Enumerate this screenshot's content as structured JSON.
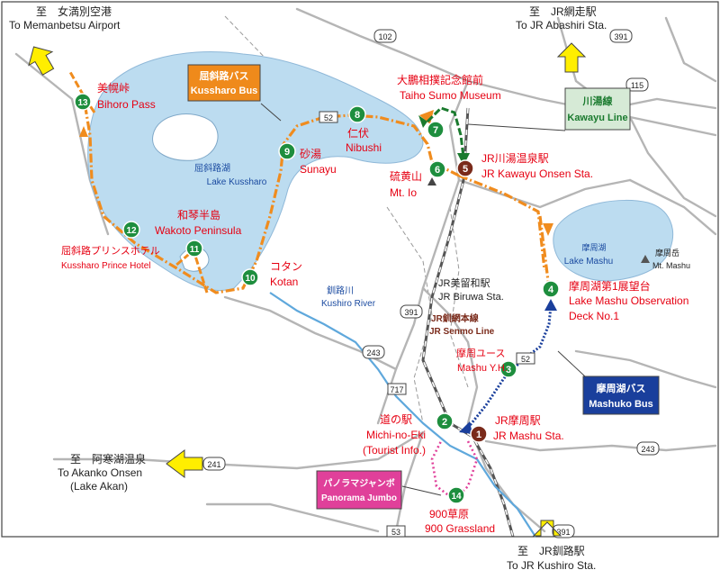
{
  "directions": {
    "top_left_jp": "至　女満別空港",
    "top_left_en": "To Memanbetsu Airport",
    "top_right_jp": "至　JR網走駅",
    "top_right_en": "To JR Abashiri Sta.",
    "left_jp": "至　阿寒湖温泉",
    "left_en1": "To Akanko Onsen",
    "left_en2": "(Lake Akan)",
    "bottom_jp": "至　JR釧路駅",
    "bottom_en": "To JR Kushiro Sta."
  },
  "lakes": {
    "kussharo_jp": "屈斜路湖",
    "kussharo_en": "Lake Kussharo",
    "mashu_jp": "摩周湖",
    "mashu_en": "Lake Mashu",
    "mt_mashu_jp": "摩周岳",
    "mt_mashu_en": "Mt. Mashu"
  },
  "river": {
    "jp": "釧路川",
    "en": "Kushiro River"
  },
  "rail": {
    "biruwa_jp": "JR美留和駅",
    "biruwa_en": "JR Biruwa Sta.",
    "senmo_jp": "JR釧網本線",
    "senmo_en": "JR Senmo Line"
  },
  "bus_boxes": {
    "kussharo_jp": "屈斜路バス",
    "kussharo_en": "Kussharo Bus",
    "kawayu_jp": "川湯線",
    "kawayu_en": "Kawayu Line",
    "mashuko_jp": "摩周湖バス",
    "mashuko_en": "Mashuko Bus",
    "panorama_jp": "パノラマジャンボ",
    "panorama_en": "Panorama Jumbo"
  },
  "roads": [
    "102",
    "391",
    "52",
    "115",
    "391",
    "243",
    "717",
    "52",
    "241",
    "243",
    "53",
    "391"
  ],
  "stops": [
    {
      "num": "1",
      "jp": "JR摩周駅",
      "en": "JR Mashu Sta."
    },
    {
      "num": "2",
      "jp": "道の駅",
      "en": "Michi-no-Eki",
      "en2": "(Tourist Info.)"
    },
    {
      "num": "3",
      "jp": "摩周ユース",
      "en": "Mashu Y.H."
    },
    {
      "num": "4",
      "jp": "摩周湖第1展望台",
      "en": "Lake Mashu Observation",
      "en2": "Deck No.1"
    },
    {
      "num": "5",
      "jp": "JR川湯温泉駅",
      "en": "JR Kawayu Onsen Sta."
    },
    {
      "num": "6",
      "jp": "硫黄山",
      "en": "Mt. Io"
    },
    {
      "num": "7",
      "jp": "大鵬相撲記念館前",
      "en": "Taiho Sumo Museum"
    },
    {
      "num": "8",
      "jp": "仁伏",
      "en": "Nibushi"
    },
    {
      "num": "9",
      "jp": "砂湯",
      "en": "Sunayu"
    },
    {
      "num": "10",
      "jp": "コタン",
      "en": "Kotan"
    },
    {
      "num": "11",
      "jp": "和琴半島",
      "en": "Wakoto Peninsula"
    },
    {
      "num": "12",
      "jp": "屈斜路プリンスホテル",
      "en": "Kussharo Prince Hotel"
    },
    {
      "num": "13",
      "jp": "美幌峠",
      "en": "Bihoro Pass"
    },
    {
      "num": "14",
      "jp": "900草原",
      "en": "900 Grassland"
    }
  ],
  "colors": {
    "lake": "#bcdcf0",
    "orange_route": "#f08c1e",
    "green_route": "#1a7a2e",
    "blue_route": "#1a3f9c",
    "pink_route": "#e0409a",
    "stop_green": "#1e8e3e",
    "stop_brown": "#7a2a1a",
    "label_red": "#e60012",
    "arrow_yellow": "#ffee00"
  }
}
